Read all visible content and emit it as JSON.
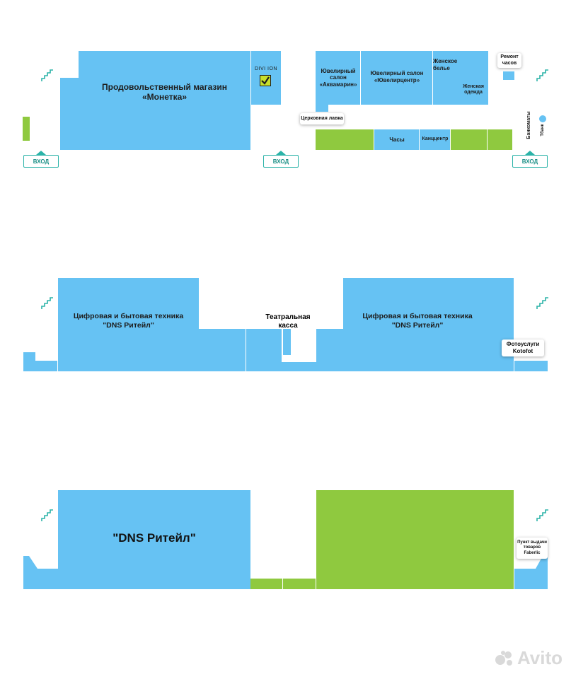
{
  "floor1": {
    "monetka": "Продовольственный магазин\n«Монетка»",
    "division": "DIVI ION",
    "akvamarin": "Ювелирный\nсалон\n«Аквамарин»",
    "juvelircentr": "Ювелирный салон\n«Ювелирцентр»",
    "zhenskoe_bele": "Женское\nбелье",
    "zhenskaya_odezhda": "Женская\nодежда",
    "remont_chasov": "Ремонт\nчасов",
    "cerkovnaya_lavka": "Церковная лавка",
    "chasy": "Часы",
    "kanccentr": "Канццентр",
    "bankomaty": "Банкоматы",
    "tbank": "Тбанк",
    "entry_label": "ВХОД"
  },
  "floor2": {
    "dns_left": "Цифровая и бытовая техника\n\"DNS Ритейл\"",
    "teatralnaya": "Театральная\nкасса",
    "dns_right": "Цифровая и бытовая техника\n\"DNS Ритейл\"",
    "fotouslugi": "Фотоуслуги\nKotofot"
  },
  "floor3": {
    "dns": "\"DNS Ритейл\"",
    "punkt_vydachi": "Пункт выдачи\nтоваров\nFaberlic"
  },
  "watermark": "Avito",
  "colors": {
    "shop_blue": "#66c2f3",
    "shop_green": "#8fc93f",
    "stair_teal": "#2bb3a8"
  }
}
